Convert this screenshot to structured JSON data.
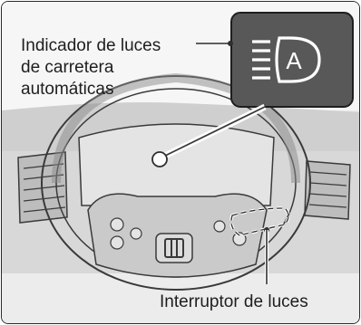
{
  "callouts": {
    "indicator_line1": "Indicador de luces",
    "indicator_line2": "de carretera",
    "indicator_line3": "automáticas",
    "switch_label": "Interruptor de luces"
  },
  "icons": {
    "indicator_symbol": "auto-high-beam-icon",
    "indicator_letter": "A"
  },
  "colors": {
    "indicator_panel": "#585858",
    "background": "#e8e8e8",
    "line_art": "#2f2f2f"
  }
}
